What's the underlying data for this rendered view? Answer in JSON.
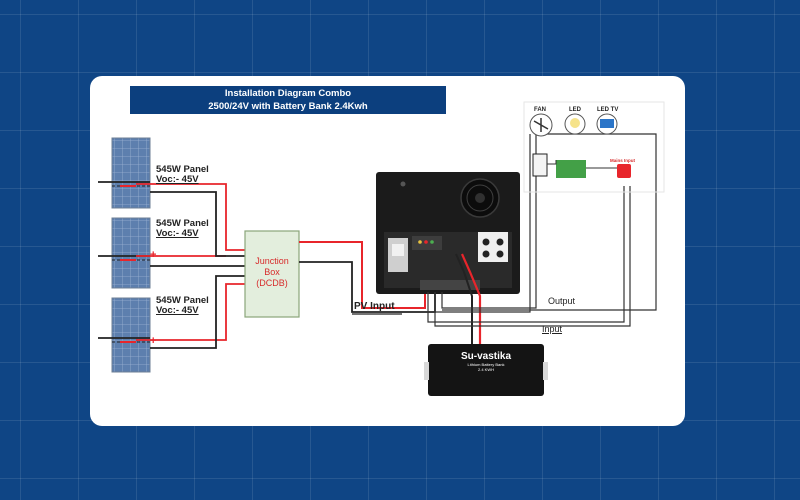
{
  "title": {
    "line1": "Installation Diagram Combo",
    "line2": "2500/24V with Battery Bank 2.4Kwh"
  },
  "panels": [
    {
      "name": "545W Panel",
      "voc": "Voc:- 45V"
    },
    {
      "name": "545W Panel",
      "voc": "Voc:- 45V"
    },
    {
      "name": "545W Panel",
      "voc": "Voc:- 45V"
    }
  ],
  "junction_box": {
    "line1": "Junction",
    "line2": "Box",
    "line3": "(DCDB)"
  },
  "pv_input_label": "PV Input",
  "output_label": "Output",
  "input_label": "Input",
  "loads": {
    "fan": "FAN",
    "led": "LED",
    "led_tv": "LED TV"
  },
  "mains_input_label": "Mains Input",
  "battery": {
    "brand": "Su-vastika",
    "sub1": "Lithium Battery Bank",
    "sub2": "2.4 KWH"
  },
  "colors": {
    "background": "#0f4585",
    "banner": "#0c3f7e",
    "positive_wire": "#e8252b",
    "negative_wire": "#222222",
    "junction_fill": "#e3eedd"
  }
}
